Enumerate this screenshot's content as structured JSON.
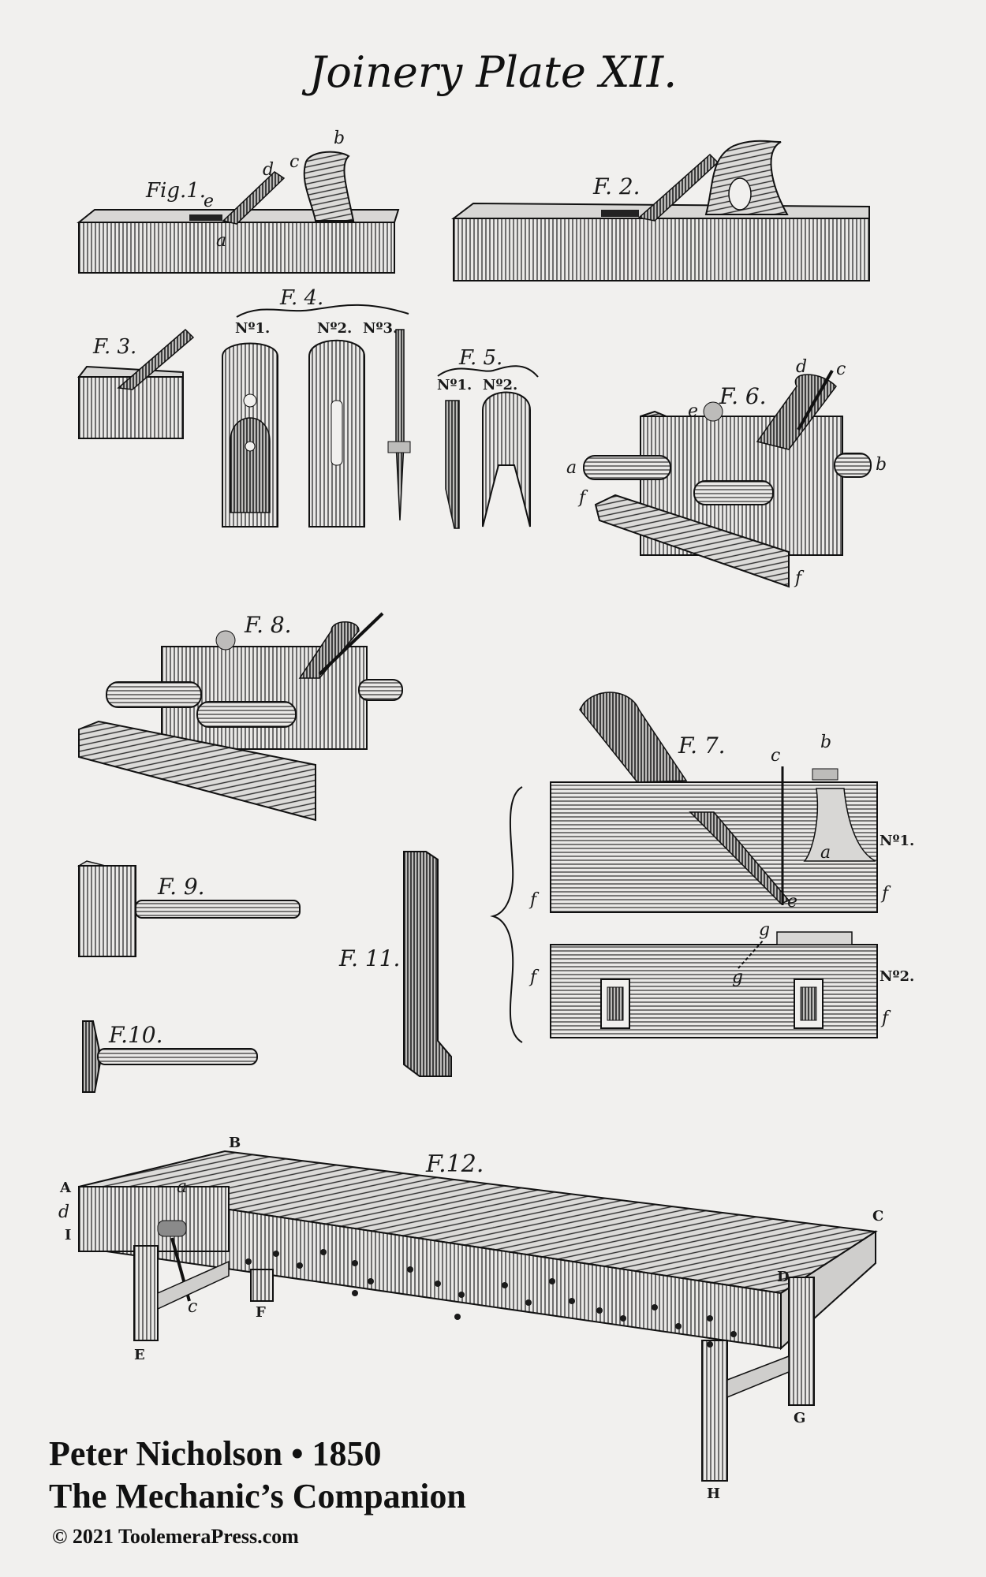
{
  "plate": {
    "title": "Joinery Plate XII.",
    "colors": {
      "paper": "#f1f0ee",
      "ink": "#1a1a1a",
      "wood": "#6b6b6b"
    }
  },
  "figures": {
    "fig1": {
      "label": "Fig.1.",
      "letters": [
        "b",
        "c",
        "d",
        "e",
        "a"
      ]
    },
    "fig2": {
      "label": "F. 2."
    },
    "fig3": {
      "label": "F. 3."
    },
    "fig4": {
      "label": "F. 4.",
      "sub": [
        "Nº1.",
        "Nº2.",
        "Nº3."
      ]
    },
    "fig5": {
      "label": "F. 5.",
      "sub": [
        "Nº1.",
        "Nº2."
      ]
    },
    "fig6": {
      "label": "F. 6.",
      "letters": [
        "d",
        "c",
        "e",
        "a",
        "b",
        "f",
        "f"
      ]
    },
    "fig7": {
      "label": "F. 7.",
      "letters": [
        "c",
        "b",
        "a",
        "e",
        "f",
        "f",
        "g",
        "g",
        "f",
        "f"
      ],
      "parts": [
        "Nº1.",
        "Nº2."
      ]
    },
    "fig8": {
      "label": "F. 8."
    },
    "fig9": {
      "label": "F. 9."
    },
    "fig10": {
      "label": "F.10."
    },
    "fig11": {
      "label": "F. 11."
    },
    "fig12": {
      "label": "F.12.",
      "letters": [
        "A",
        "B",
        "C",
        "D",
        "E",
        "F",
        "G",
        "H",
        "I",
        "a",
        "d",
        "c"
      ]
    }
  },
  "credit": {
    "line1": "Peter Nicholson • 1850",
    "line2": "The Mechanic’s Companion",
    "line3": "© 2021 ToolemeraPress.com"
  }
}
